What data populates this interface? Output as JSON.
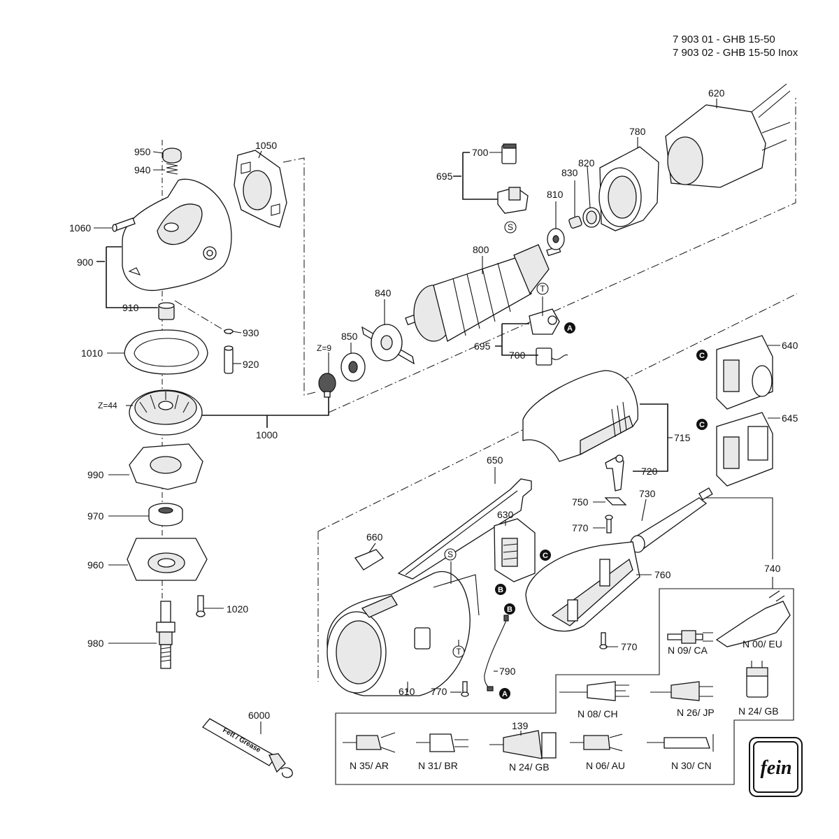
{
  "header": {
    "line1": "7 903 01 - GHB 15-50",
    "line2": "7 903 02 - GHB 15-50 Inox"
  },
  "labels": {
    "p950": "950",
    "p940": "940",
    "p1050": "1050",
    "p1060": "1060",
    "p900": "900",
    "p910": "910",
    "p930": "930",
    "p1010": "1010",
    "p920": "920",
    "p_z9": "Z=9",
    "p_z44": "Z=44",
    "p1000": "1000",
    "p990": "990",
    "p970": "970",
    "p960": "960",
    "p1020": "1020",
    "p980": "980",
    "p6000": "6000",
    "p700a": "700",
    "p695a": "695",
    "p810": "810",
    "p830": "830",
    "p820": "820",
    "p780": "780",
    "p620": "620",
    "p800": "800",
    "p840": "840",
    "p850": "850",
    "p695b": "695",
    "p700b": "700",
    "p640": "640",
    "p645": "645",
    "p715": "715",
    "p720": "720",
    "p650": "650",
    "p660": "660",
    "p630": "630",
    "p750": "750",
    "p730": "730",
    "p770a": "770",
    "p760": "760",
    "p740": "740",
    "p770b": "770",
    "p610": "610",
    "p770c": "770",
    "p790": "790",
    "p139": "139"
  },
  "badges": {
    "s": "S",
    "t": "T",
    "a": "A",
    "b": "B",
    "c": "C"
  },
  "plugs": {
    "n09": "N 09/ CA",
    "n00": "N 00/ EU",
    "n08": "N 08/ CH",
    "n26": "N 26/ JP",
    "n24gb_top": "N 24/ GB",
    "n35": "N 35/ AR",
    "n31": "N 31/ BR",
    "n24gb_bottom": "N 24/ GB",
    "n06": "N 06/ AU",
    "n30": "N 30/ CN"
  },
  "tube_text": "Fett / Grease",
  "logo_text": "fein"
}
